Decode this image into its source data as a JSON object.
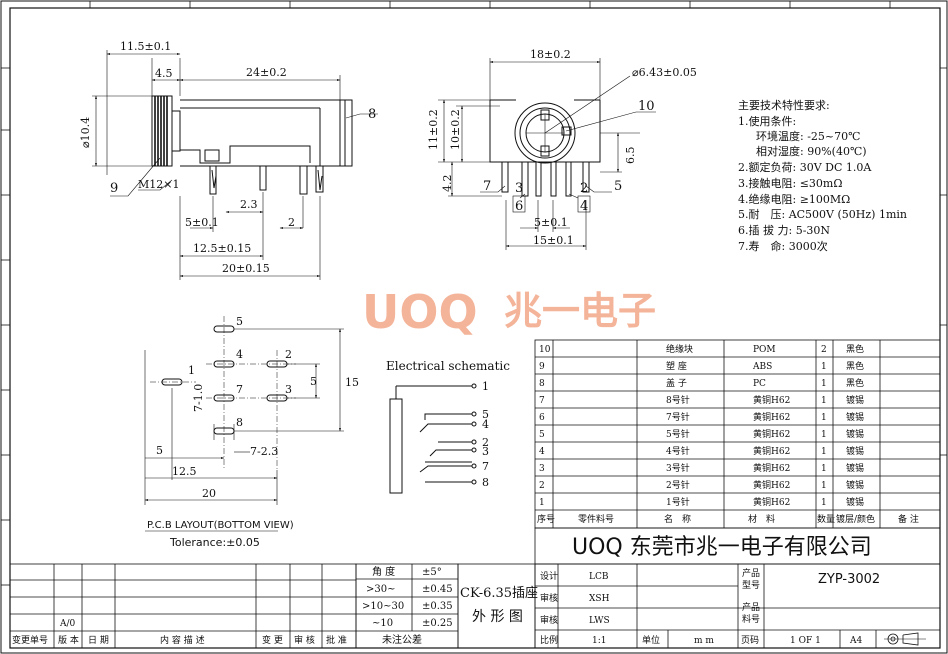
{
  "colors": {
    "line": "#111111",
    "watermark": "#f4b49a"
  },
  "watermark": {
    "latin": "UOQ",
    "cjk": "兆一电子"
  },
  "side_view": {
    "dims": {
      "d_overall": "11.5±0.1",
      "d_head": "4.5",
      "d_body": "24±0.2",
      "d_dia": "⌀10.4",
      "d_thread": "M12×1",
      "d_5": "5±0.1",
      "d_23": "2.3",
      "d_2": "2",
      "d_125": "12.5±0.15",
      "d_20": "20±0.15"
    },
    "callouts": {
      "c8": "8",
      "c9": "9"
    }
  },
  "front_view": {
    "dims": {
      "d_18": "18±0.2",
      "d_643": "⌀6.43±0.05",
      "d_112": "11±0.2",
      "d_102": "10±0.2",
      "d_65": "6.5",
      "d_42": "4.2",
      "d_5": "5±0.1",
      "d_15": "15±0.1"
    },
    "callouts": {
      "c10": "10",
      "c7": "7",
      "c3": "3",
      "c6": "6",
      "c2": "2",
      "c4": "4",
      "c5": "5"
    }
  },
  "specs": {
    "title": "主要技术特性要求:",
    "lines": [
      "1.使用条件:",
      "环境温度: -25~70℃",
      "相对湿度: 90%(40℃)",
      "2.额定负荷: 30V DC 1.0A",
      "3.接触电阻: ≤30mΩ",
      "4.绝缘电阻: ≥100MΩ",
      "5.耐　压: AC500V (50Hz) 1min",
      "6.插 拔 力: 5-30N",
      "7.寿　命: 3000次"
    ]
  },
  "pcb": {
    "pins": {
      "p1": "1",
      "p2": "2",
      "p3": "3",
      "p4": "4",
      "p5": "5",
      "p7": "7",
      "p8": "8"
    },
    "dims": {
      "d_5": "5",
      "d_15": "15",
      "d_710": "7-1.0",
      "d_723": "7-2.3",
      "d_5b": "5",
      "d_125": "12.5",
      "d_20": "20"
    },
    "title": "P.C.B LAYOUT(BOTTOM VIEW)",
    "tolerance": "Tolerance:±0.05"
  },
  "schematic": {
    "title": "Electrical schematic",
    "pins": [
      "1",
      "5",
      "4",
      "2",
      "3",
      "7",
      "8"
    ]
  },
  "bom": {
    "rows": [
      {
        "no": "10",
        "name": "绝缘块",
        "material": "POM",
        "qty": "2",
        "finish": "黑色"
      },
      {
        "no": "9",
        "name": "塑 座",
        "material": "ABS",
        "qty": "1",
        "finish": "黑色"
      },
      {
        "no": "8",
        "name": "盖 子",
        "material": "PC",
        "qty": "1",
        "finish": "黑色"
      },
      {
        "no": "7",
        "name": "8号针",
        "material": "黄铜H62",
        "qty": "1",
        "finish": "镀锡"
      },
      {
        "no": "6",
        "name": "7号针",
        "material": "黄铜H62",
        "qty": "1",
        "finish": "镀锡"
      },
      {
        "no": "5",
        "name": "5号针",
        "material": "黄铜H62",
        "qty": "1",
        "finish": "镀锡"
      },
      {
        "no": "4",
        "name": "4号针",
        "material": "黄铜H62",
        "qty": "1",
        "finish": "镀锡"
      },
      {
        "no": "3",
        "name": "3号针",
        "material": "黄铜H62",
        "qty": "1",
        "finish": "镀锡"
      },
      {
        "no": "2",
        "name": "2号针",
        "material": "黄铜H62",
        "qty": "1",
        "finish": "镀锡"
      },
      {
        "no": "1",
        "name": "1号针",
        "material": "黄铜H62",
        "qty": "1",
        "finish": "镀锡"
      }
    ],
    "header": {
      "no": "序号",
      "part": "零件料号",
      "name": "名　称",
      "material": "材　料",
      "qty": "数量",
      "finish": "镀层/颜色",
      "note": "备 注"
    }
  },
  "title_block": {
    "company": "UOQ 东莞市兆一电子有限公司",
    "product_name": "CK-6.35插座",
    "view_name": "外 形 图",
    "labels": {
      "design": "设计",
      "review": "审核",
      "approve": "审核",
      "scale": "比例",
      "unit": "单位",
      "page": "页码",
      "model": "产品\n型号",
      "part": "产品\n料号"
    },
    "values": {
      "design": "LCB",
      "review": "XSH",
      "approve": "LWS",
      "scale": "1:1",
      "unit": "m m",
      "page": "1 OF 1",
      "size": "A4",
      "model": "ZYP-3002"
    },
    "tolerance": {
      "head_angle": "角 度",
      "head_tol": "±5°",
      "rows": [
        [
          ">30~",
          "±0.45"
        ],
        [
          ">10~30",
          "±0.35"
        ],
        [
          "~10",
          "±0.25"
        ]
      ],
      "unspec": "未注公差"
    },
    "revision": {
      "rev": "A/0",
      "headers": [
        "变更单号",
        "版 本",
        "日 期",
        "内 容 描 述",
        "变 更",
        "审 核",
        "批 准"
      ]
    }
  }
}
